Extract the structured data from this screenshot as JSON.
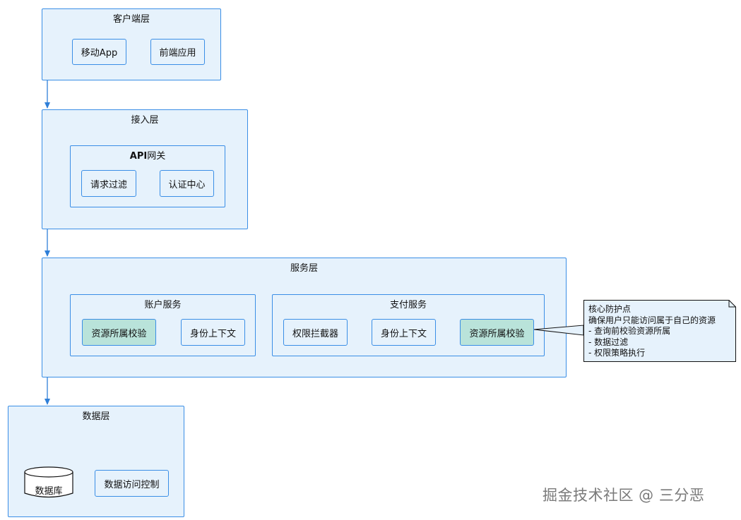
{
  "layers": {
    "client": {
      "title": "客户端层",
      "nodes": [
        "移动App",
        "前端应用"
      ]
    },
    "access": {
      "title": "接入层",
      "gateway": {
        "title_bold": "API",
        "title_rest": "网关",
        "nodes": [
          "请求过滤",
          "认证中心"
        ]
      }
    },
    "service": {
      "title": "服务层",
      "account": {
        "title": "账户服务",
        "nodes": [
          "资源所属校验",
          "身份上下文"
        ]
      },
      "payment": {
        "title": "支付服务",
        "nodes": [
          "权限拦截器",
          "身份上下文",
          "资源所属校验"
        ]
      }
    },
    "data": {
      "title": "数据层",
      "db": "数据库",
      "node": "数据访问控制"
    }
  },
  "note": {
    "lines": [
      "核心防护点",
      "确保用户只能访问属于自己的资源",
      "- 查询前校验资源所属",
      "- 数据过滤",
      "- 权限策略执行"
    ]
  },
  "watermark": "掘金技术社区 @ 三分恶",
  "colors": {
    "layer_fill": "#e6f2fc",
    "border": "#3a8ee6",
    "highlight_fill": "#b9e3da",
    "note_fill": "#e6f2fc",
    "arrow": "#2f7fd8"
  }
}
